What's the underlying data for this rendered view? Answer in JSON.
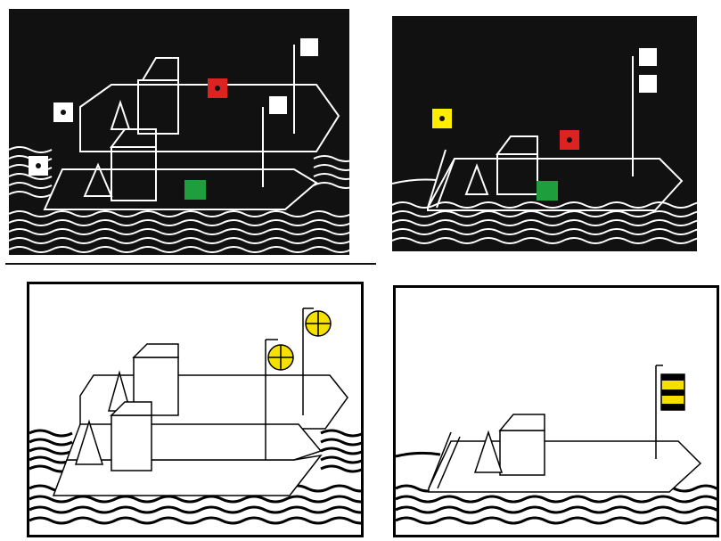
{
  "colors": {
    "night_sky": "#111111",
    "day_sky": "#ffffff",
    "night_line": "#ffffff",
    "day_line": "#000000",
    "white_light": "#ffffff",
    "red_light": "#dd2222",
    "green_light": "#1e9e3c",
    "yellow_light": "#ffee00",
    "day_shape_yellow": "#f5e000",
    "day_shape_black": "#000000"
  },
  "panels": [
    {
      "id": "night-twin-barges",
      "mode": "night",
      "barges": 2,
      "lights": [
        "white-masthead-light",
        "white-masthead-light",
        "white-stern-light",
        "white-stern-light",
        "red-sidelight",
        "green-sidelight"
      ]
    },
    {
      "id": "night-single-barge",
      "mode": "night",
      "barges": 1,
      "lights": [
        "white-masthead-light",
        "white-masthead-light",
        "yellow-towing-light",
        "red-sidelight",
        "green-sidelight"
      ]
    },
    {
      "id": "day-twin-barges",
      "mode": "day",
      "barges": 2,
      "shapes": [
        "yellow-ball-shape",
        "yellow-ball-shape"
      ]
    },
    {
      "id": "day-single-barge",
      "mode": "day",
      "barges": 1,
      "shapes": [
        "yellow-black-banded-cylinder"
      ]
    }
  ]
}
